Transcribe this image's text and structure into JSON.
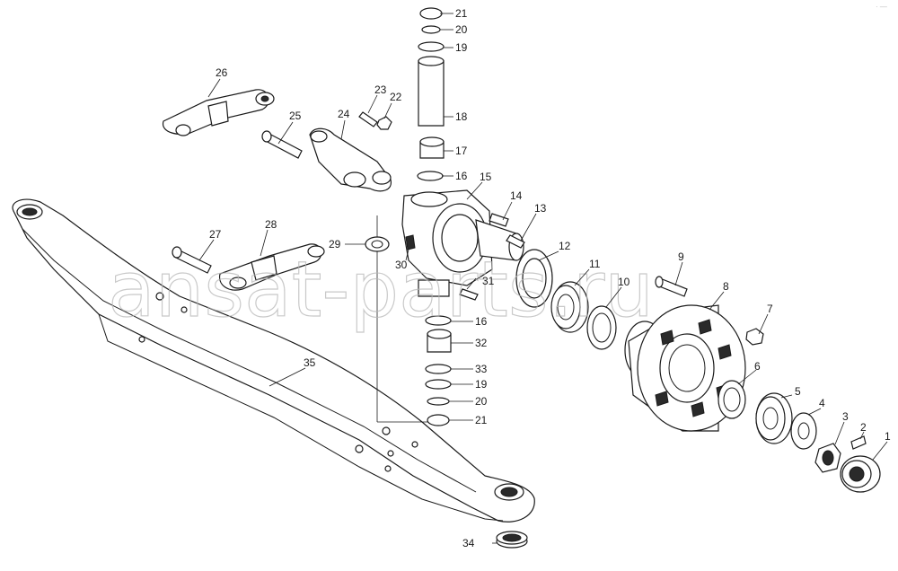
{
  "watermark": "ansat-parts.ru",
  "corner_mark": "· —",
  "colors": {
    "line": "#1a1a1a",
    "watermark": "#b8b8b8",
    "background": "#ffffff"
  },
  "callouts": {
    "n1": "1",
    "n2": "2",
    "n3": "3",
    "n4": "4",
    "n5": "5",
    "n6": "6",
    "n7": "7",
    "n8": "8",
    "n9": "9",
    "n10": "10",
    "n11": "11",
    "n12": "12",
    "n13": "13",
    "n14": "14",
    "n15": "15",
    "n16a": "16",
    "n16b": "16",
    "n17": "17",
    "n18": "18",
    "n19a": "19",
    "n19b": "19",
    "n20a": "20",
    "n20b": "20",
    "n21a": "21",
    "n21b": "21",
    "n22": "22",
    "n23": "23",
    "n24": "24",
    "n25": "25",
    "n26": "26",
    "n27": "27",
    "n28": "28",
    "n29": "29",
    "n30": "30",
    "n31": "31",
    "n32": "32",
    "n33": "33",
    "n34": "34",
    "n35": "35"
  }
}
